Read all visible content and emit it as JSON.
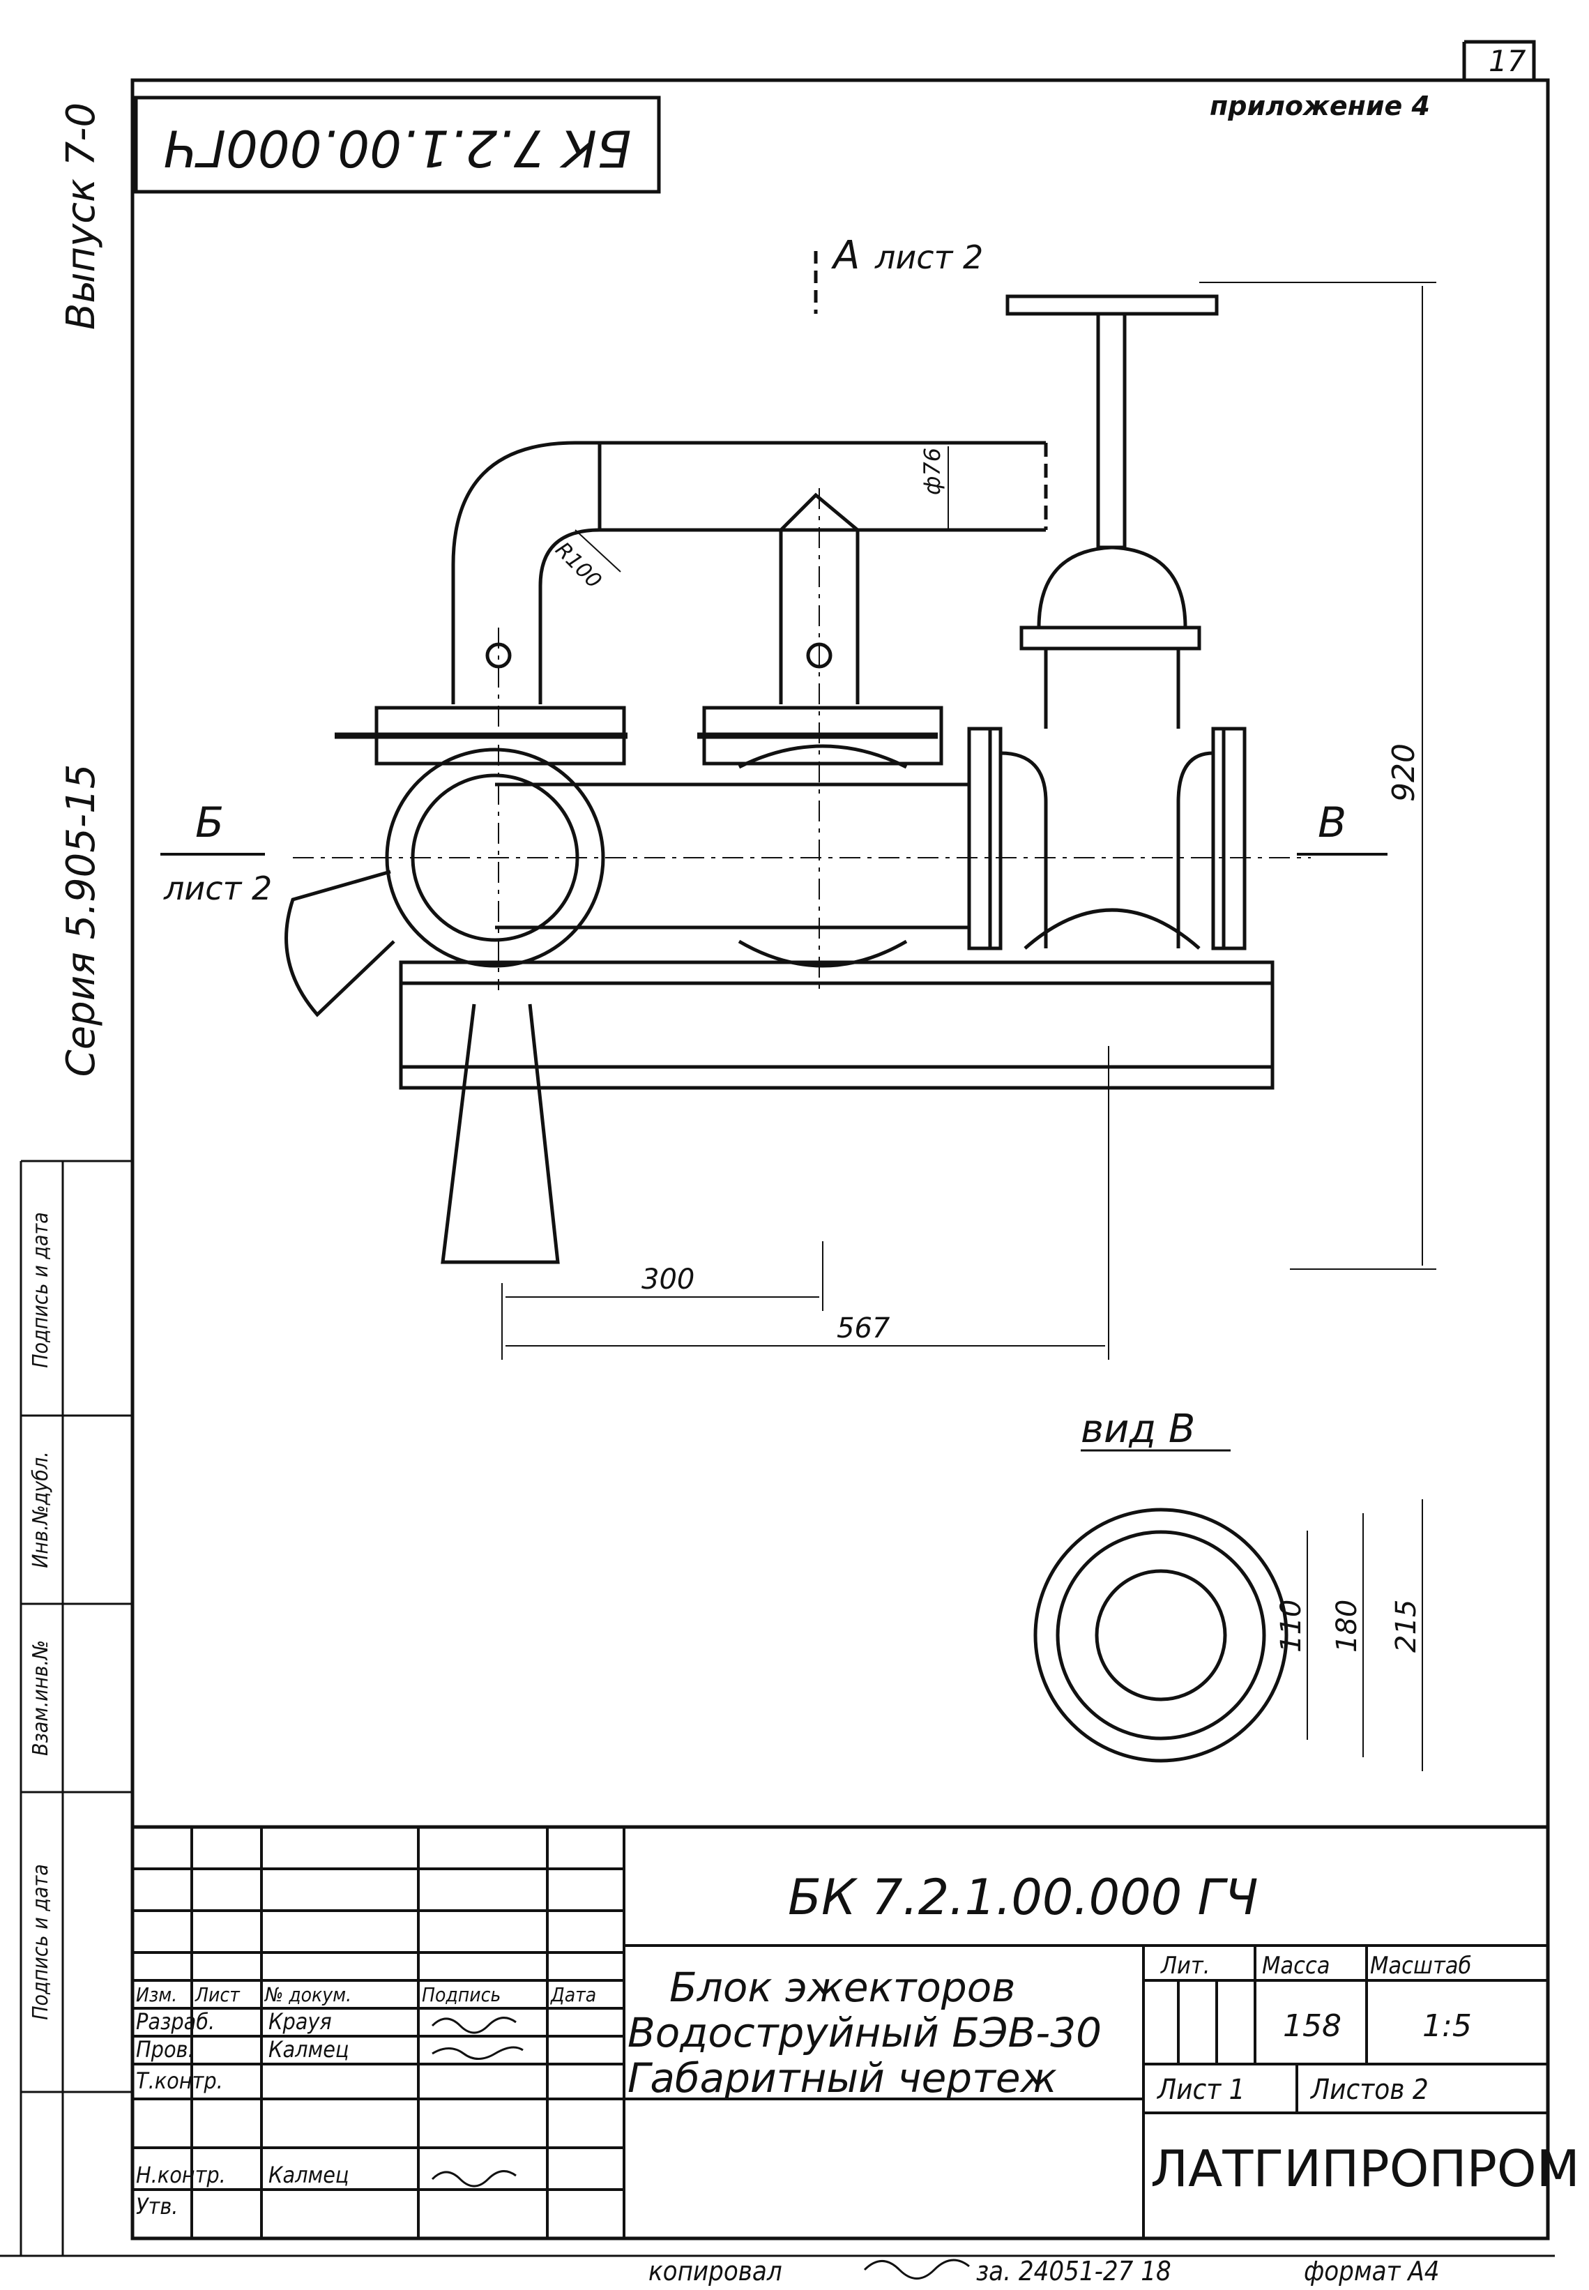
{
  "sheet_number": "17",
  "appendix": "приложение 4",
  "doc_code_top": "БК 7.2.1.00.000ГЧ",
  "issue": "Выпуск 7-0",
  "series": "Серия 5.905-15",
  "left_stamp_labels": [
    "Подпись и дата",
    "Инв.№дубл.",
    "Взам.инв.№",
    "Подпись и дата"
  ],
  "drawing": {
    "section_a": "А",
    "section_a_sheet": "лист 2",
    "section_b": "Б",
    "section_b_sheet": "лист 2",
    "view_b_arrow": "В",
    "view_b_title": "вид В",
    "dims": {
      "pipe_dia": "ф76",
      "bend_radius": "R100",
      "height": "920",
      "span1": "300",
      "span2": "567",
      "d_inner": "110",
      "d_mid": "180",
      "d_outer": "215"
    }
  },
  "title_block": {
    "code": "БК 7.2.1.00.000 ГЧ",
    "headers": {
      "izm": "Изм.",
      "list": "Лист",
      "docnum": "№ докум.",
      "sign": "Подпись",
      "date": "Дата"
    },
    "roles": [
      {
        "role": "Разраб.",
        "name": "Крауя"
      },
      {
        "role": "Пров.",
        "name": "Калмец"
      },
      {
        "role": "Т.контр.",
        "name": ""
      },
      {
        "role": "",
        "name": ""
      },
      {
        "role": "Н.контр.",
        "name": "Калмец"
      },
      {
        "role": "Утв.",
        "name": ""
      }
    ],
    "title_line1": "Блок эжекторов",
    "title_line2": "Водоструйный БЭВ-30",
    "title_line3": "Габаритный чертеж",
    "lit_label": "Лит.",
    "mass_label": "Масса",
    "scale_label": "Масштаб",
    "mass_value": "158",
    "scale_value": "1:5",
    "sheet_label": "Лист 1",
    "sheets_label": "Листов 2",
    "org": "ЛАТГИПРОПРОМ"
  },
  "footer": {
    "copied": "копировал",
    "order": "за. 24051-27 18",
    "format": "формат А4"
  }
}
